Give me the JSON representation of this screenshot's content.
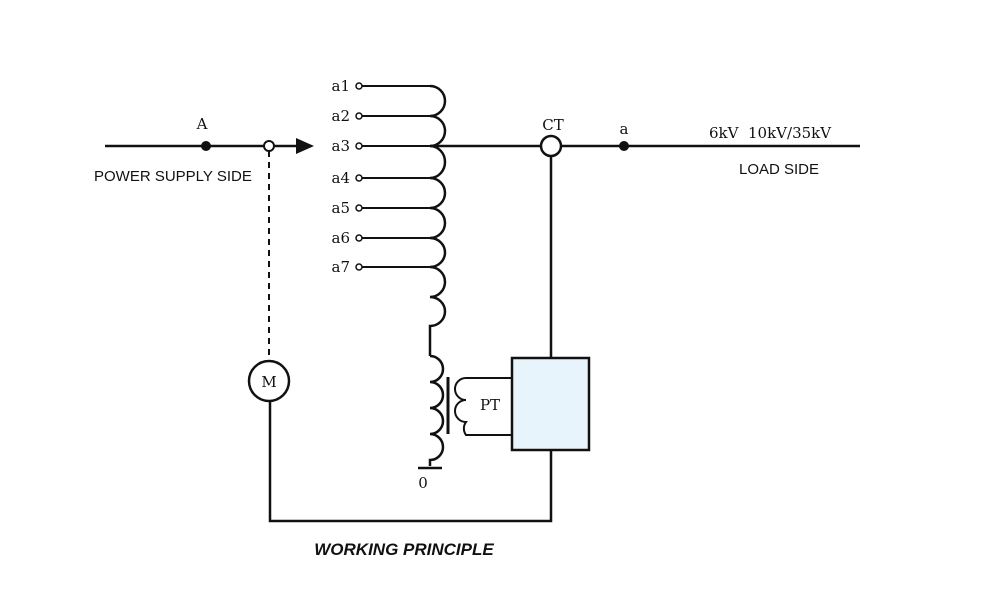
{
  "labels": {
    "node_A": "A",
    "power_supply_side": "POWER SUPPLY SIDE",
    "taps": [
      "a1",
      "a2",
      "a3",
      "a4",
      "a5",
      "a6",
      "a7"
    ],
    "ct": "CT",
    "node_a": "a",
    "voltage": "6kV  10kV/35kV",
    "load_side": "LOAD SIDE",
    "motor": "M",
    "pt": "PT",
    "ground": "0",
    "caption": "WORKING PRINCIPLE"
  },
  "colors": {
    "line": "#111111",
    "controller_fill": "#e8f4fb"
  }
}
